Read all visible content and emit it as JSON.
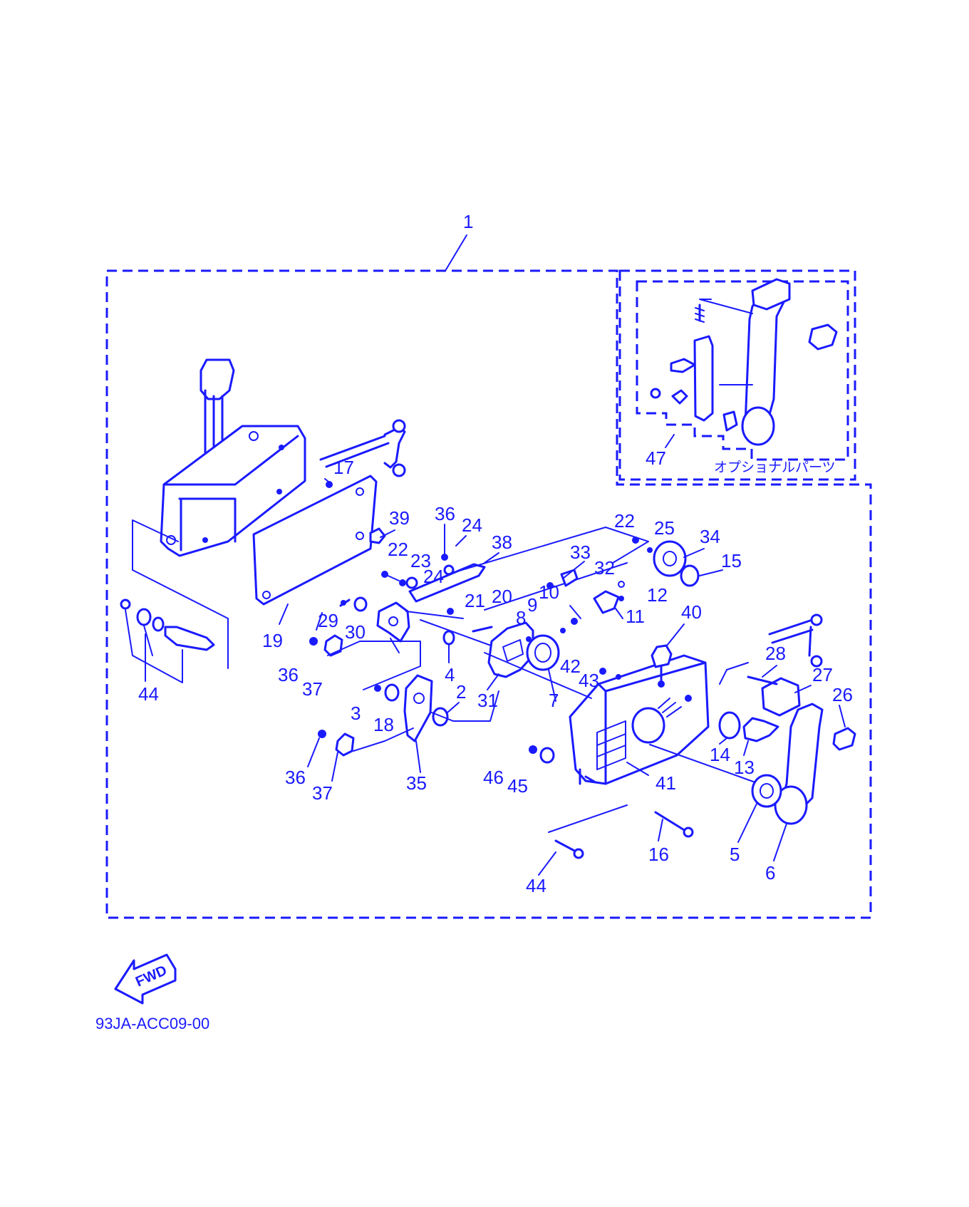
{
  "diagram": {
    "accent_color": "#1a1aff",
    "background_color": "#ffffff",
    "drawing_code": "93JA-ACC09-00",
    "optional_parts_caption": "オプショナルパーツ",
    "direction_arrow_text": "FWD",
    "callouts": {
      "p1": "1",
      "p17": "17",
      "p19": "19",
      "p44a": "44",
      "p39": "39",
      "p36a": "36",
      "p24a": "24",
      "p38": "38",
      "p22a": "22",
      "p23": "23",
      "p24b": "24",
      "p29": "29",
      "p30": "30",
      "p36b": "36",
      "p37a": "37",
      "p21": "21",
      "p20": "20",
      "p4": "4",
      "p3": "3",
      "p18": "18",
      "p2": "2",
      "p31": "31",
      "p36c": "36",
      "p37b": "37",
      "p35": "35",
      "p33": "33",
      "p32": "32",
      "p10": "10",
      "p9": "9",
      "p8": "8",
      "p11": "11",
      "p22b": "22",
      "p25": "25",
      "p34": "34",
      "p15": "15",
      "p12": "12",
      "p40": "40",
      "p42": "42",
      "p43": "43",
      "p7": "7",
      "p46": "46",
      "p45": "45",
      "p41": "41",
      "p14": "14",
      "p13": "13",
      "p28": "28",
      "p27": "27",
      "p26": "26",
      "p16": "16",
      "p5": "5",
      "p6": "6",
      "p44b": "44",
      "p47": "47"
    }
  }
}
